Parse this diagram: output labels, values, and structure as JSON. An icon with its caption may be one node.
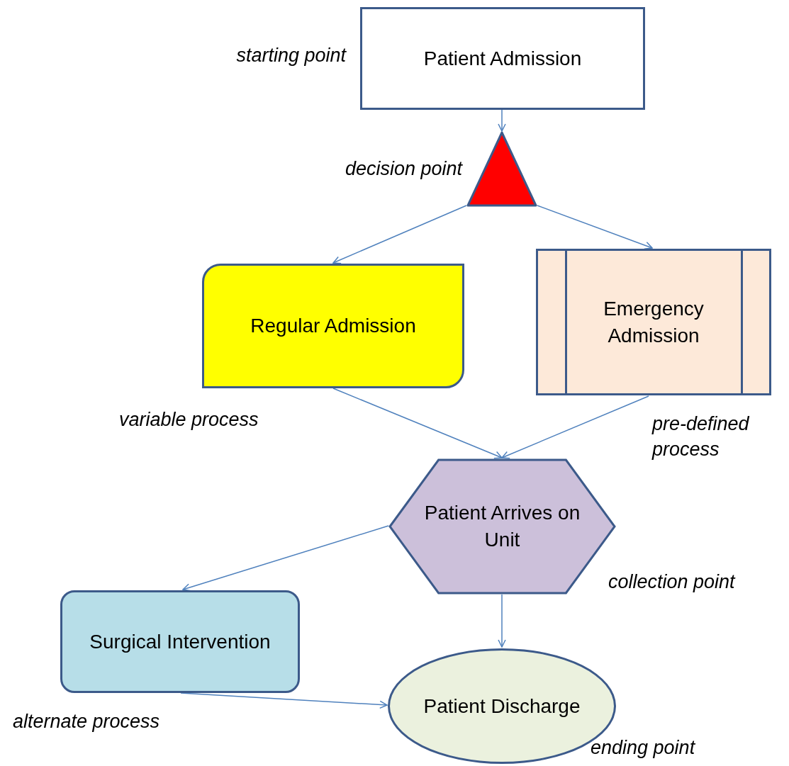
{
  "diagram": {
    "nodes": [
      {
        "text": [
          "Patient Admission"
        ],
        "beside": [
          "starting point"
        ]
      },
      {
        "text": [],
        "shape": "triangle",
        "beside": [
          "decision point"
        ]
      },
      {
        "text": [
          "Regular Admission"
        ],
        "beside": [
          "variable process"
        ]
      },
      {
        "text": [
          "Emergency Admission"
        ],
        "beside": [
          "pre-defined process"
        ]
      },
      {
        "text": [
          "Patient Arrives on Unit"
        ],
        "beside": [
          "collection point"
        ]
      },
      {
        "text": [
          "Surgical Intervention"
        ],
        "beside": [
          "alternate process"
        ]
      },
      {
        "text": [
          "Patient Discharge"
        ],
        "beside": [
          "ending point"
        ]
      }
    ],
    "edges": [
      {
        "from": 0,
        "to": 1,
        "arrow": "to"
      },
      {
        "from": 1,
        "to": 2,
        "arrow": "to"
      },
      {
        "from": 1,
        "to": 3,
        "arrow": "to"
      },
      {
        "from": 2,
        "to": 4,
        "arrow": "to"
      },
      {
        "from": 3,
        "to": 4,
        "arrow": "to"
      },
      {
        "from": 4,
        "to": 5,
        "arrow": "to"
      },
      {
        "from": 4,
        "to": 6,
        "arrow": "to"
      },
      {
        "from": 5,
        "to": 6,
        "arrow": "to"
      }
    ]
  }
}
